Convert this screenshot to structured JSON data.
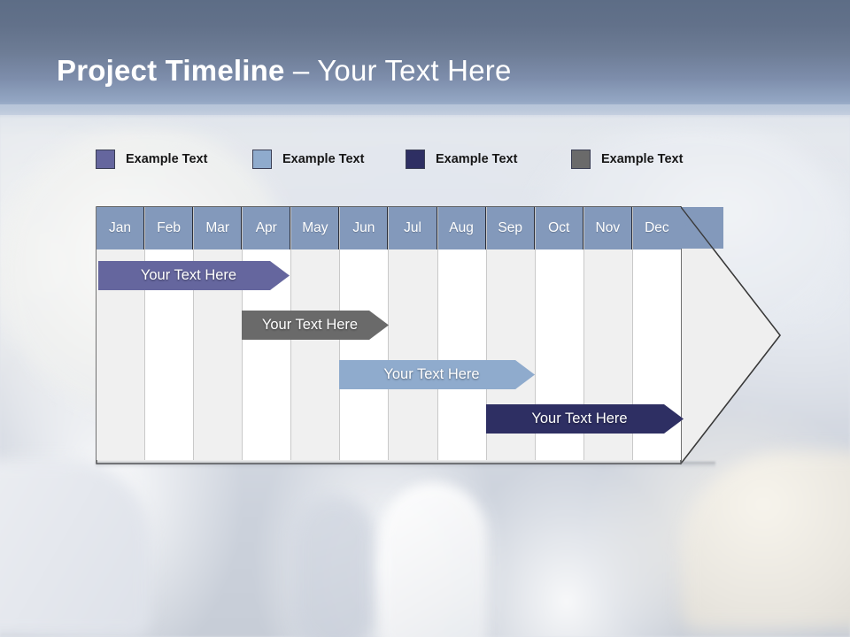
{
  "slide": {
    "title_bold": "Project Timeline",
    "title_rest": " – Your Text Here",
    "background_kind": "blurred-photo",
    "header_gradient_top": "#5d6d86",
    "header_gradient_bottom": "#b9c6da"
  },
  "legend": {
    "items": [
      {
        "label": "Example Text",
        "color": "#65669e",
        "x": 0
      },
      {
        "label": "Example Text",
        "color": "#8fabcd",
        "x": 177
      },
      {
        "label": "Example Text",
        "color": "#2e2f63",
        "x": 350
      },
      {
        "label": "Example Text",
        "color": "#6a6a6a",
        "x": 537
      }
    ]
  },
  "chart_data": {
    "type": "bar",
    "title": "Project Timeline – Your Text Here",
    "xlabel": "",
    "ylabel": "",
    "categories": [
      "Jan",
      "Feb",
      "Mar",
      "Apr",
      "May",
      "Jun",
      "Jul",
      "Aug",
      "Sep",
      "Oct",
      "Nov",
      "Dec"
    ],
    "header_fill": "#8399bb",
    "header_text_color": "#ffffff",
    "column_fill_odd": "#f0f0f0",
    "column_fill_even": "#ffffff",
    "grid": true,
    "legend_position": "top",
    "series": [
      {
        "name": "Example Text",
        "label": "Your  Text Here",
        "color": "#65669e",
        "start_month": "Jan",
        "end_month": "Apr",
        "start_index": 0,
        "end_index": 3.9,
        "row": 1
      },
      {
        "name": "Example Text",
        "label": "Your  Text Here",
        "color": "#6a6a6a",
        "start_month": "Apr",
        "end_month": "Jun",
        "start_index": 3.0,
        "end_index": 6.0,
        "row": 2
      },
      {
        "name": "Example Text",
        "label": "Your  Text Here",
        "color": "#8fabcd",
        "start_month": "Jun",
        "end_month": "Sep",
        "start_index": 5.0,
        "end_index": 9.0,
        "row": 3
      },
      {
        "name": "Example Text",
        "label": "Your  Text Here",
        "color": "#2e2f63",
        "start_month": "Sep",
        "end_month": "Dec",
        "start_index": 8.0,
        "end_index": 12.0,
        "row": 4
      }
    ]
  }
}
